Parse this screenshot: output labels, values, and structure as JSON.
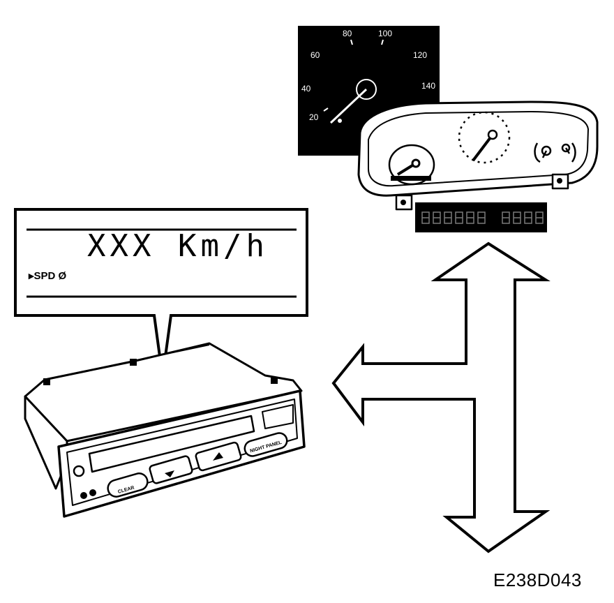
{
  "figure_id": "E238D043",
  "callout": {
    "display_text": "XXX Km/h",
    "menu_line": "▸SPD Ø"
  },
  "speedometer_scale": [
    "20",
    "40",
    "60",
    "80",
    "100",
    "120",
    "140"
  ],
  "display_module": {
    "buttons": {
      "clear": "CLEAR",
      "night_panel": "NIGHT PANEL"
    }
  },
  "colors": {
    "ink": "#000000",
    "paper": "#ffffff",
    "display_segment": "#7a7a7a"
  }
}
